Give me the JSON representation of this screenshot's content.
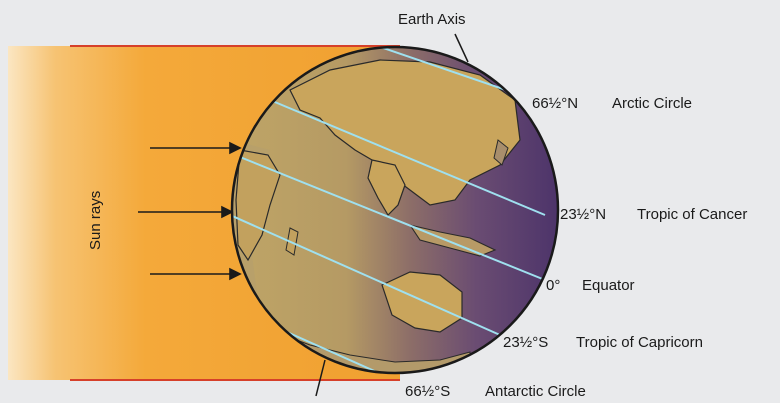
{
  "diagram": {
    "axis_label": "Earth Axis",
    "sun_label": "Sun rays",
    "latitudes": [
      {
        "value": "66½°N",
        "name": "Arctic Circle"
      },
      {
        "value": "23½°N",
        "name": "Tropic of Cancer"
      },
      {
        "value": "0°",
        "name": "Equator"
      },
      {
        "value": "23½°S",
        "name": "Tropic of Capricorn"
      },
      {
        "value": "66½°S",
        "name": "Antarctic Circle"
      }
    ],
    "colors": {
      "sun_band": "#f4a93a",
      "band_edge": "#d6402a",
      "land": "#c9a55c",
      "ocean_night": "#5a3f6e",
      "lat_line": "#9fe0ef"
    }
  }
}
